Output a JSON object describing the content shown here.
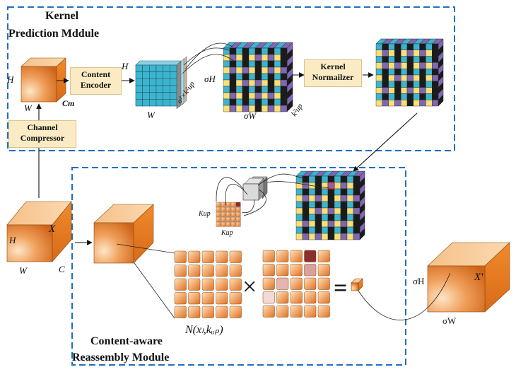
{
  "modules": {
    "kpm_title_line1": "Kernel",
    "kpm_title_line2": "Prediction Mddule",
    "cam_title_line1": "Content-aware",
    "cam_title_line2": "Reassembly Module"
  },
  "boxes": {
    "content_encoder": "Content\nEncoder",
    "kernel_normalizer": "Kernel\nNormailzer",
    "channel_compressor": "Channel\nCompressor"
  },
  "labels": {
    "H": "H",
    "W": "W",
    "Cm": "Cm",
    "C": "C",
    "X": "X",
    "X_prime": "X'",
    "sigmaH": "σH",
    "sigmaW": "σW",
    "sigma2_k2up": "σ²×k²up",
    "k2up": "k²up",
    "Kup": "Kup",
    "Nxl": "N(xₗ,kᵤₚ)"
  },
  "operators": {
    "times": "×",
    "equals": "="
  },
  "colors": {
    "dash_blue": "#1f6fbf",
    "cube_orange": "#e77b22",
    "cube_light": "#fbd2a0",
    "cyan": "#3db4cf",
    "yellow": "#f7e07a",
    "purple": "#7f67b4",
    "black": "#1b1b1b",
    "highlight_dark": "#8b2e2e",
    "highlight_pink": "#e4b5b0",
    "box_fill": "#fbebc5"
  }
}
